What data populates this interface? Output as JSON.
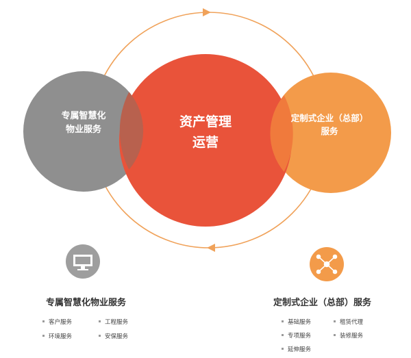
{
  "diagram": {
    "center": {
      "line1": "资产管理",
      "line2": "运营"
    },
    "left": {
      "line1": "专属智慧化",
      "line2": "物业服务"
    },
    "right": {
      "line1": "定制式企业（总部）",
      "line2": "服务"
    }
  },
  "panels": {
    "property": {
      "icon": "monitor-icon",
      "title": "专属智慧化物业服务",
      "services": [
        "客户服务",
        "工程服务",
        "环境服务",
        "安保服务"
      ]
    },
    "enterprise": {
      "icon": "network-icon",
      "title": "定制式企业（总部）服务",
      "services": [
        "基础服务",
        "租赁代理",
        "专项服务",
        "装修服务",
        "延伸服务"
      ]
    }
  },
  "colors": {
    "center": "#e9533a",
    "left": "#8f8f8f",
    "right": "#f39b4a",
    "ring": "#f0a25a",
    "gray_badge": "#9e9e9e",
    "orange_badge": "#f39b4a"
  }
}
